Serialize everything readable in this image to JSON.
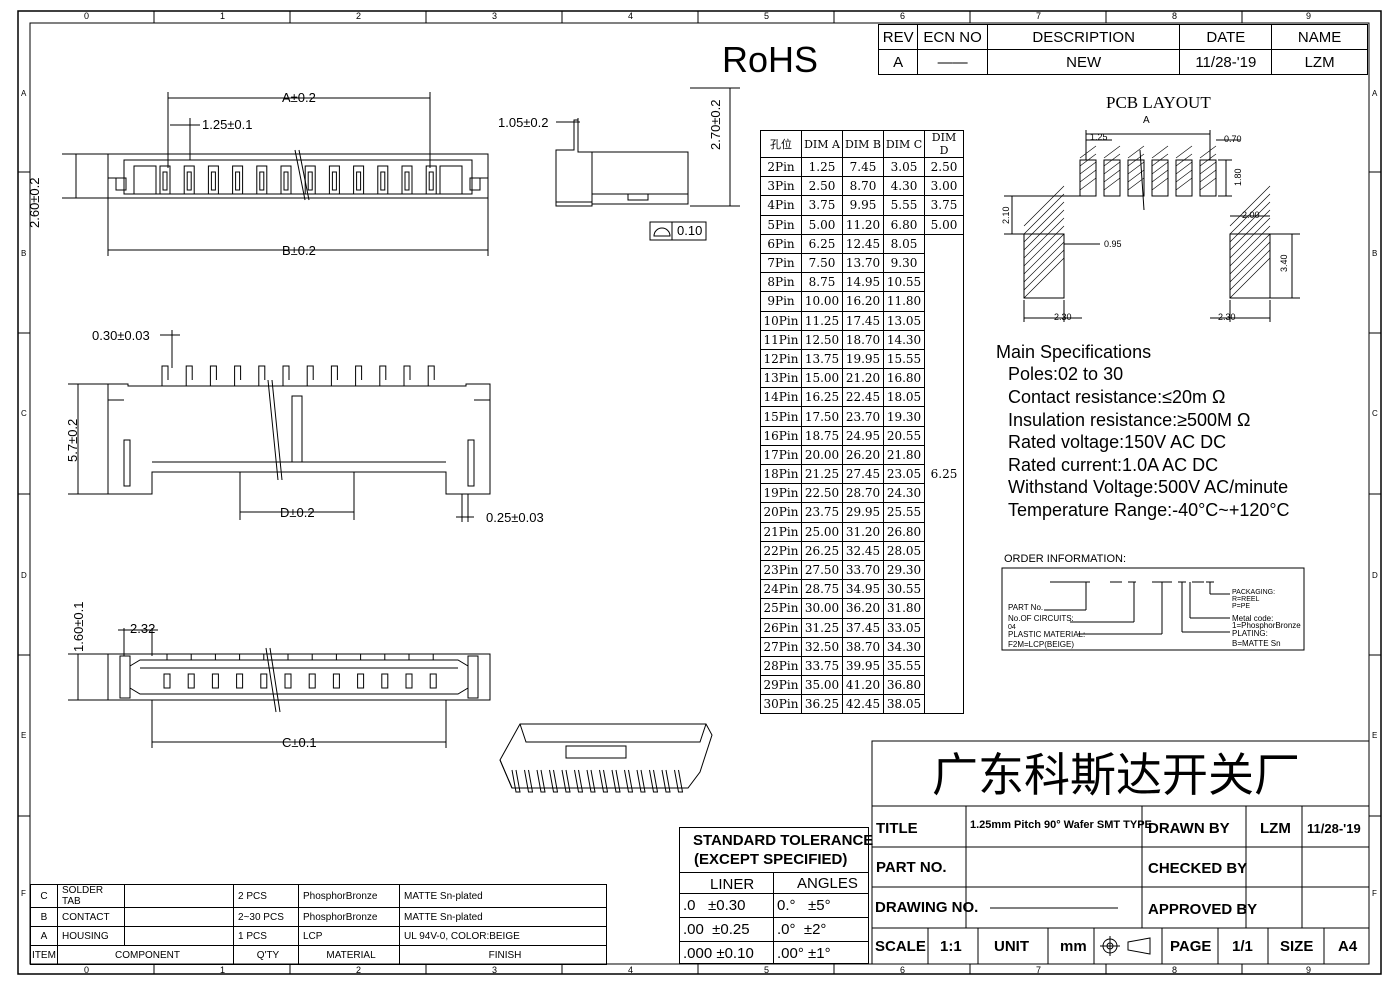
{
  "border": {
    "columns": [
      "0",
      "1",
      "2",
      "3",
      "4",
      "5",
      "6",
      "7",
      "8",
      "9"
    ],
    "rows": [
      "A",
      "B",
      "C",
      "D",
      "E",
      "F"
    ]
  },
  "rohs": "RoHS",
  "revision": {
    "headers": [
      "REV",
      "ECN NO",
      "DESCRIPTION",
      "DATE",
      "NAME"
    ],
    "row": [
      "A",
      "——",
      "NEW",
      "11/28-'19",
      "LZM"
    ]
  },
  "drawing_labels": {
    "a_dim": "A±0.2",
    "pitch": "1.25±0.1",
    "b_dim": "B±0.2",
    "height_260": "2.60±0.2",
    "side_105": "1.05±0.2",
    "side_270": "2.70±0.2",
    "flatness": "0.10",
    "pin_thickness": "0.30±0.03",
    "height_57": "5.7±0.2",
    "d_dim": "D±0.2",
    "pin_width": "0.25±0.03",
    "bottom_160": "1.60±0.1",
    "bottom_232": "2.32",
    "c_dim": "C±0.1"
  },
  "dim_table": {
    "headers": [
      "孔位",
      "DIM A",
      "DIM B",
      "DIM C",
      "DIM D"
    ],
    "rows": [
      [
        "2Pin",
        "1.25",
        "7.45",
        "3.05",
        "2.50"
      ],
      [
        "3Pin",
        "2.50",
        "8.70",
        "4.30",
        "3.00"
      ],
      [
        "4Pin",
        "3.75",
        "9.95",
        "5.55",
        "3.75"
      ],
      [
        "5Pin",
        "5.00",
        "11.20",
        "6.80",
        "5.00"
      ],
      [
        "6Pin",
        "6.25",
        "12.45",
        "8.05"
      ],
      [
        "7Pin",
        "7.50",
        "13.70",
        "9.30"
      ],
      [
        "8Pin",
        "8.75",
        "14.95",
        "10.55"
      ],
      [
        "9Pin",
        "10.00",
        "16.20",
        "11.80"
      ],
      [
        "10Pin",
        "11.25",
        "17.45",
        "13.05"
      ],
      [
        "11Pin",
        "12.50",
        "18.70",
        "14.30"
      ],
      [
        "12Pin",
        "13.75",
        "19.95",
        "15.55"
      ],
      [
        "13Pin",
        "15.00",
        "21.20",
        "16.80"
      ],
      [
        "14Pin",
        "16.25",
        "22.45",
        "18.05"
      ],
      [
        "15Pin",
        "17.50",
        "23.70",
        "19.30"
      ],
      [
        "16Pin",
        "18.75",
        "24.95",
        "20.55"
      ],
      [
        "17Pin",
        "20.00",
        "26.20",
        "21.80"
      ],
      [
        "18Pin",
        "21.25",
        "27.45",
        "23.05"
      ],
      [
        "19Pin",
        "22.50",
        "28.70",
        "24.30"
      ],
      [
        "20Pin",
        "23.75",
        "29.95",
        "25.55"
      ],
      [
        "21Pin",
        "25.00",
        "31.20",
        "26.80"
      ],
      [
        "22Pin",
        "26.25",
        "32.45",
        "28.05"
      ],
      [
        "23Pin",
        "27.50",
        "33.70",
        "29.30"
      ],
      [
        "24Pin",
        "28.75",
        "34.95",
        "30.55"
      ],
      [
        "25Pin",
        "30.00",
        "36.20",
        "31.80"
      ],
      [
        "26Pin",
        "31.25",
        "37.45",
        "33.05"
      ],
      [
        "27Pin",
        "32.50",
        "38.70",
        "34.30"
      ],
      [
        "28Pin",
        "33.75",
        "39.95",
        "35.55"
      ],
      [
        "29Pin",
        "35.00",
        "41.20",
        "36.80"
      ],
      [
        "30Pin",
        "36.25",
        "42.45",
        "38.05"
      ]
    ],
    "dim_d_merged": "6.25"
  },
  "pcb_layout": {
    "title": "PCB LAYOUT",
    "a": "A",
    "pitch": "1.25",
    "w070": "0.70",
    "h180": "1.80",
    "h210": "2.10",
    "w095": "0.95",
    "w200": "2.00",
    "h340": "3.40",
    "w230_left": "2.30",
    "w230_right": "2.30"
  },
  "specs": {
    "heading": "Main Specifications",
    "items": [
      "Poles:02 to 30",
      "Contact resistance:≤20m Ω",
      "Insulation resistance:≥500M Ω",
      "Rated voltage:150V AC DC",
      "Rated current:1.0A AC DC",
      "Withstand Voltage:500V AC/minute",
      "Temperature Range:-40°C~+120°C"
    ]
  },
  "order": {
    "title": "ORDER INFORMATION:",
    "part_no": "PART No.",
    "circuits": "No.OF CIRCUITS:",
    "circuits_val": "04",
    "plastic": "PLASTIC MATERIAL:",
    "plastic_val": "F2M=LCP(BEIGE)",
    "packaging": "PACKAGING:",
    "packaging_r": "R=REEL",
    "packaging_p": "P=PE",
    "metal": "Metal code:",
    "metal_val": "1=PhosphorBronze",
    "plating": "PLATING:",
    "plating_val": "B=MATTE Sn"
  },
  "company": "广东科斯达开关厂",
  "title_block": {
    "title_label": "TITLE",
    "title_value": "1.25mm Pitch 90° Wafer SMT TYPE",
    "drawn_by_label": "DRAWN BY",
    "drawn_by": "LZM",
    "drawn_date": "11/28-'19",
    "part_no_label": "PART NO.",
    "checked_by_label": "CHECKED BY",
    "drawing_no_label": "DRAWING NO.",
    "approved_by_label": "APPROVED BY",
    "scale_label": "SCALE",
    "scale": "1:1",
    "unit_label": "UNIT",
    "unit": "mm",
    "page_label": "PAGE",
    "page": "1/1",
    "size_label": "SIZE",
    "size": "A4"
  },
  "tolerance": {
    "title1": "STANDARD TOLERANCE",
    "title2": "(EXCEPT  SPECIFIED)",
    "col1": "LINER",
    "col2": "ANGLES",
    "rows": [
      [
        ".0   ±0.30",
        "0.°   ±5°"
      ],
      [
        ".00  ±0.25",
        ".0°  ±2°"
      ],
      [
        ".000 ±0.10",
        ".00° ±1°"
      ]
    ]
  },
  "bom": {
    "rows": [
      [
        "C",
        "SOLDER TAB",
        "",
        "2 PCS",
        "PhosphorBronze",
        "MATTE  Sn-plated"
      ],
      [
        "B",
        "CONTACT",
        "",
        "2~30 PCS",
        "PhosphorBronze",
        "MATTE  Sn-plated"
      ],
      [
        "A",
        "HOUSING",
        "",
        "1 PCS",
        "LCP",
        "UL 94V-0, COLOR:BEIGE"
      ]
    ],
    "header": [
      "ITEM",
      "COMPONENT",
      "Q'TY",
      "MATERIAL",
      "FINISH"
    ]
  }
}
